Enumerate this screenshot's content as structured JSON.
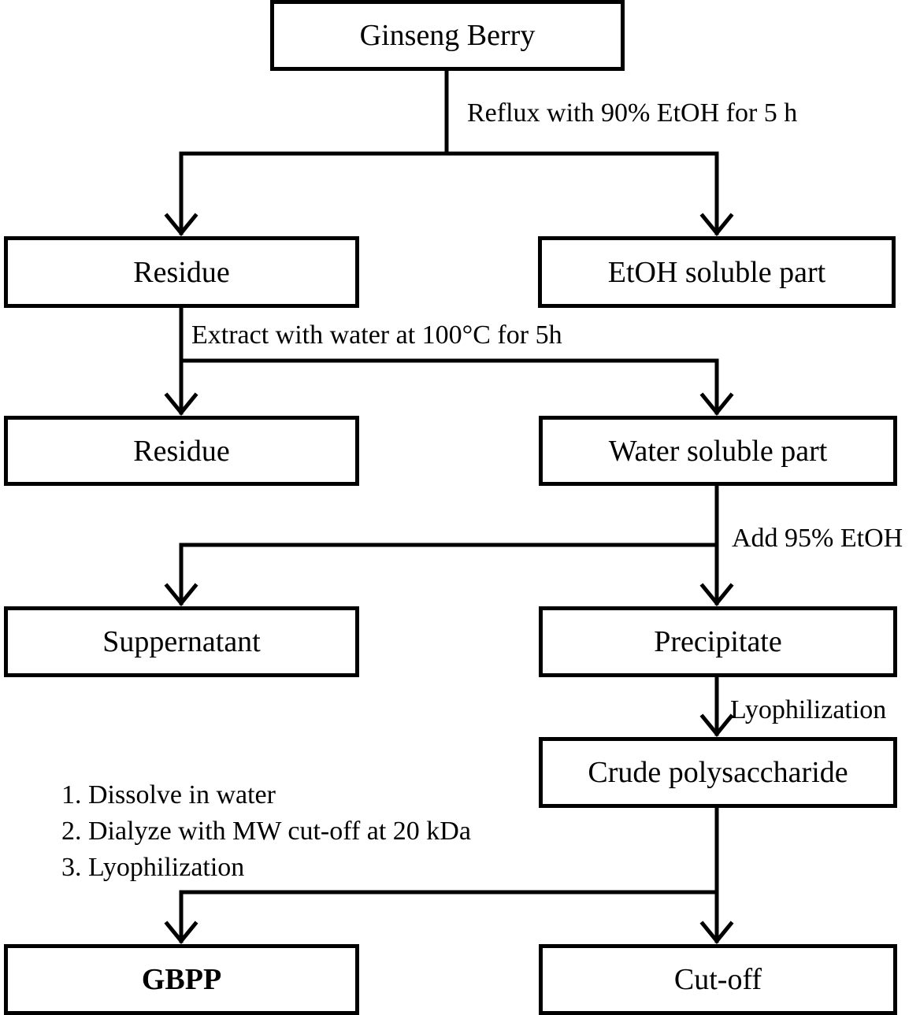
{
  "boxes": {
    "ginseng_berry": "Ginseng Berry",
    "residue_1": "Residue",
    "etoh_soluble": "EtOH soluble part",
    "residue_2": "Residue",
    "water_soluble": "Water soluble part",
    "supernatant": "Suppernatant",
    "precipitate": "Precipitate",
    "crude_polysaccharide": "Crude polysaccharide",
    "gbpp": "GBPP",
    "cut_off": "Cut-off"
  },
  "steps": {
    "reflux": "Reflux with 90% EtOH for 5 h",
    "extract": "Extract with water at 100°C for 5h",
    "add_etoh": "Add 95% EtOH",
    "lyophilization": "Lyophilization",
    "final_steps": [
      "1. Dissolve in water",
      "2. Dialyze with MW cut-off at 20 kDa",
      "3. Lyophilization"
    ]
  },
  "colors": {
    "line": "#000000",
    "background": "#ffffff"
  }
}
